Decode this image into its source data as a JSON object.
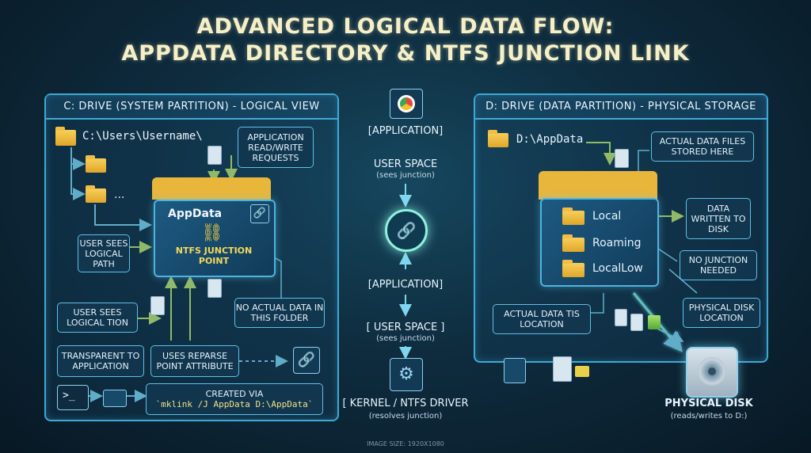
{
  "title": {
    "line1": "ADVANCED LOGICAL DATA FLOW:",
    "line2": "APPDATA DIRECTORY & NTFS JUNCTION LINK"
  },
  "left_panel": {
    "header": "C: DRIVE (SYSTEM PARTITION) - LOGICAL VIEW",
    "path": "C:\\Users\\Username\\",
    "ellipsis": "...",
    "appdata_label": "AppData",
    "junction_label": "NTFS JUNCTION POINT",
    "callouts": {
      "app_requests": "APPLICATION READ/WRITE REQUESTS",
      "user_sees_path": "USER SEES LOGICAL PATH",
      "user_sees_tion": "USER SEES LOGICAL TION",
      "no_actual_data": "NO ACTUAL DATA IN THIS FOLDER",
      "transparent": "TRANSPARENT TO APPLICATION",
      "reparse": "USES REPARSE POINT ATTRIBUTE",
      "created_via": "CREATED VIA",
      "mklink": "`mklink /J AppData D:\\AppData`"
    },
    "terminal_prompt": ">_"
  },
  "center": {
    "app_top": "[APPLICATION]",
    "user_space_top": "USER SPACE",
    "sees_junction_top": "(sees junction)",
    "app_bottom": "[APPLICATION]",
    "user_space_bottom": "[ USER SPACE ]",
    "sees_junction_bottom": "(sees junction)",
    "kernel": "[ KERNEL / NTFS DRIVER",
    "resolves": "(resolves junction)"
  },
  "right_panel": {
    "header": "D: DRIVE (DATA PARTITION) - PHYSICAL STORAGE",
    "path": "D:\\AppData",
    "folders": [
      "Local",
      "Roaming",
      "LocalLow"
    ],
    "callouts": {
      "actual_files": "ACTUAL DATA FILES STORED HERE",
      "data_written": "DATA WRITTEN TO DISK",
      "no_junction": "NO JUNCTION NEEDED",
      "physical_loc": "PHYSICAL DISK LOCATION",
      "actual_loc": "ACTUAL DATA TIS LOCATION"
    }
  },
  "disk": {
    "label": "PHYSICAL DISK",
    "sub": "(reads/writes to D:)"
  },
  "footer": "IMAGE SIZE: 1920X1080",
  "colors": {
    "accent": "#3fa9d6",
    "glow_arrow": "#c9f25a",
    "folder": "#f2c04a"
  }
}
